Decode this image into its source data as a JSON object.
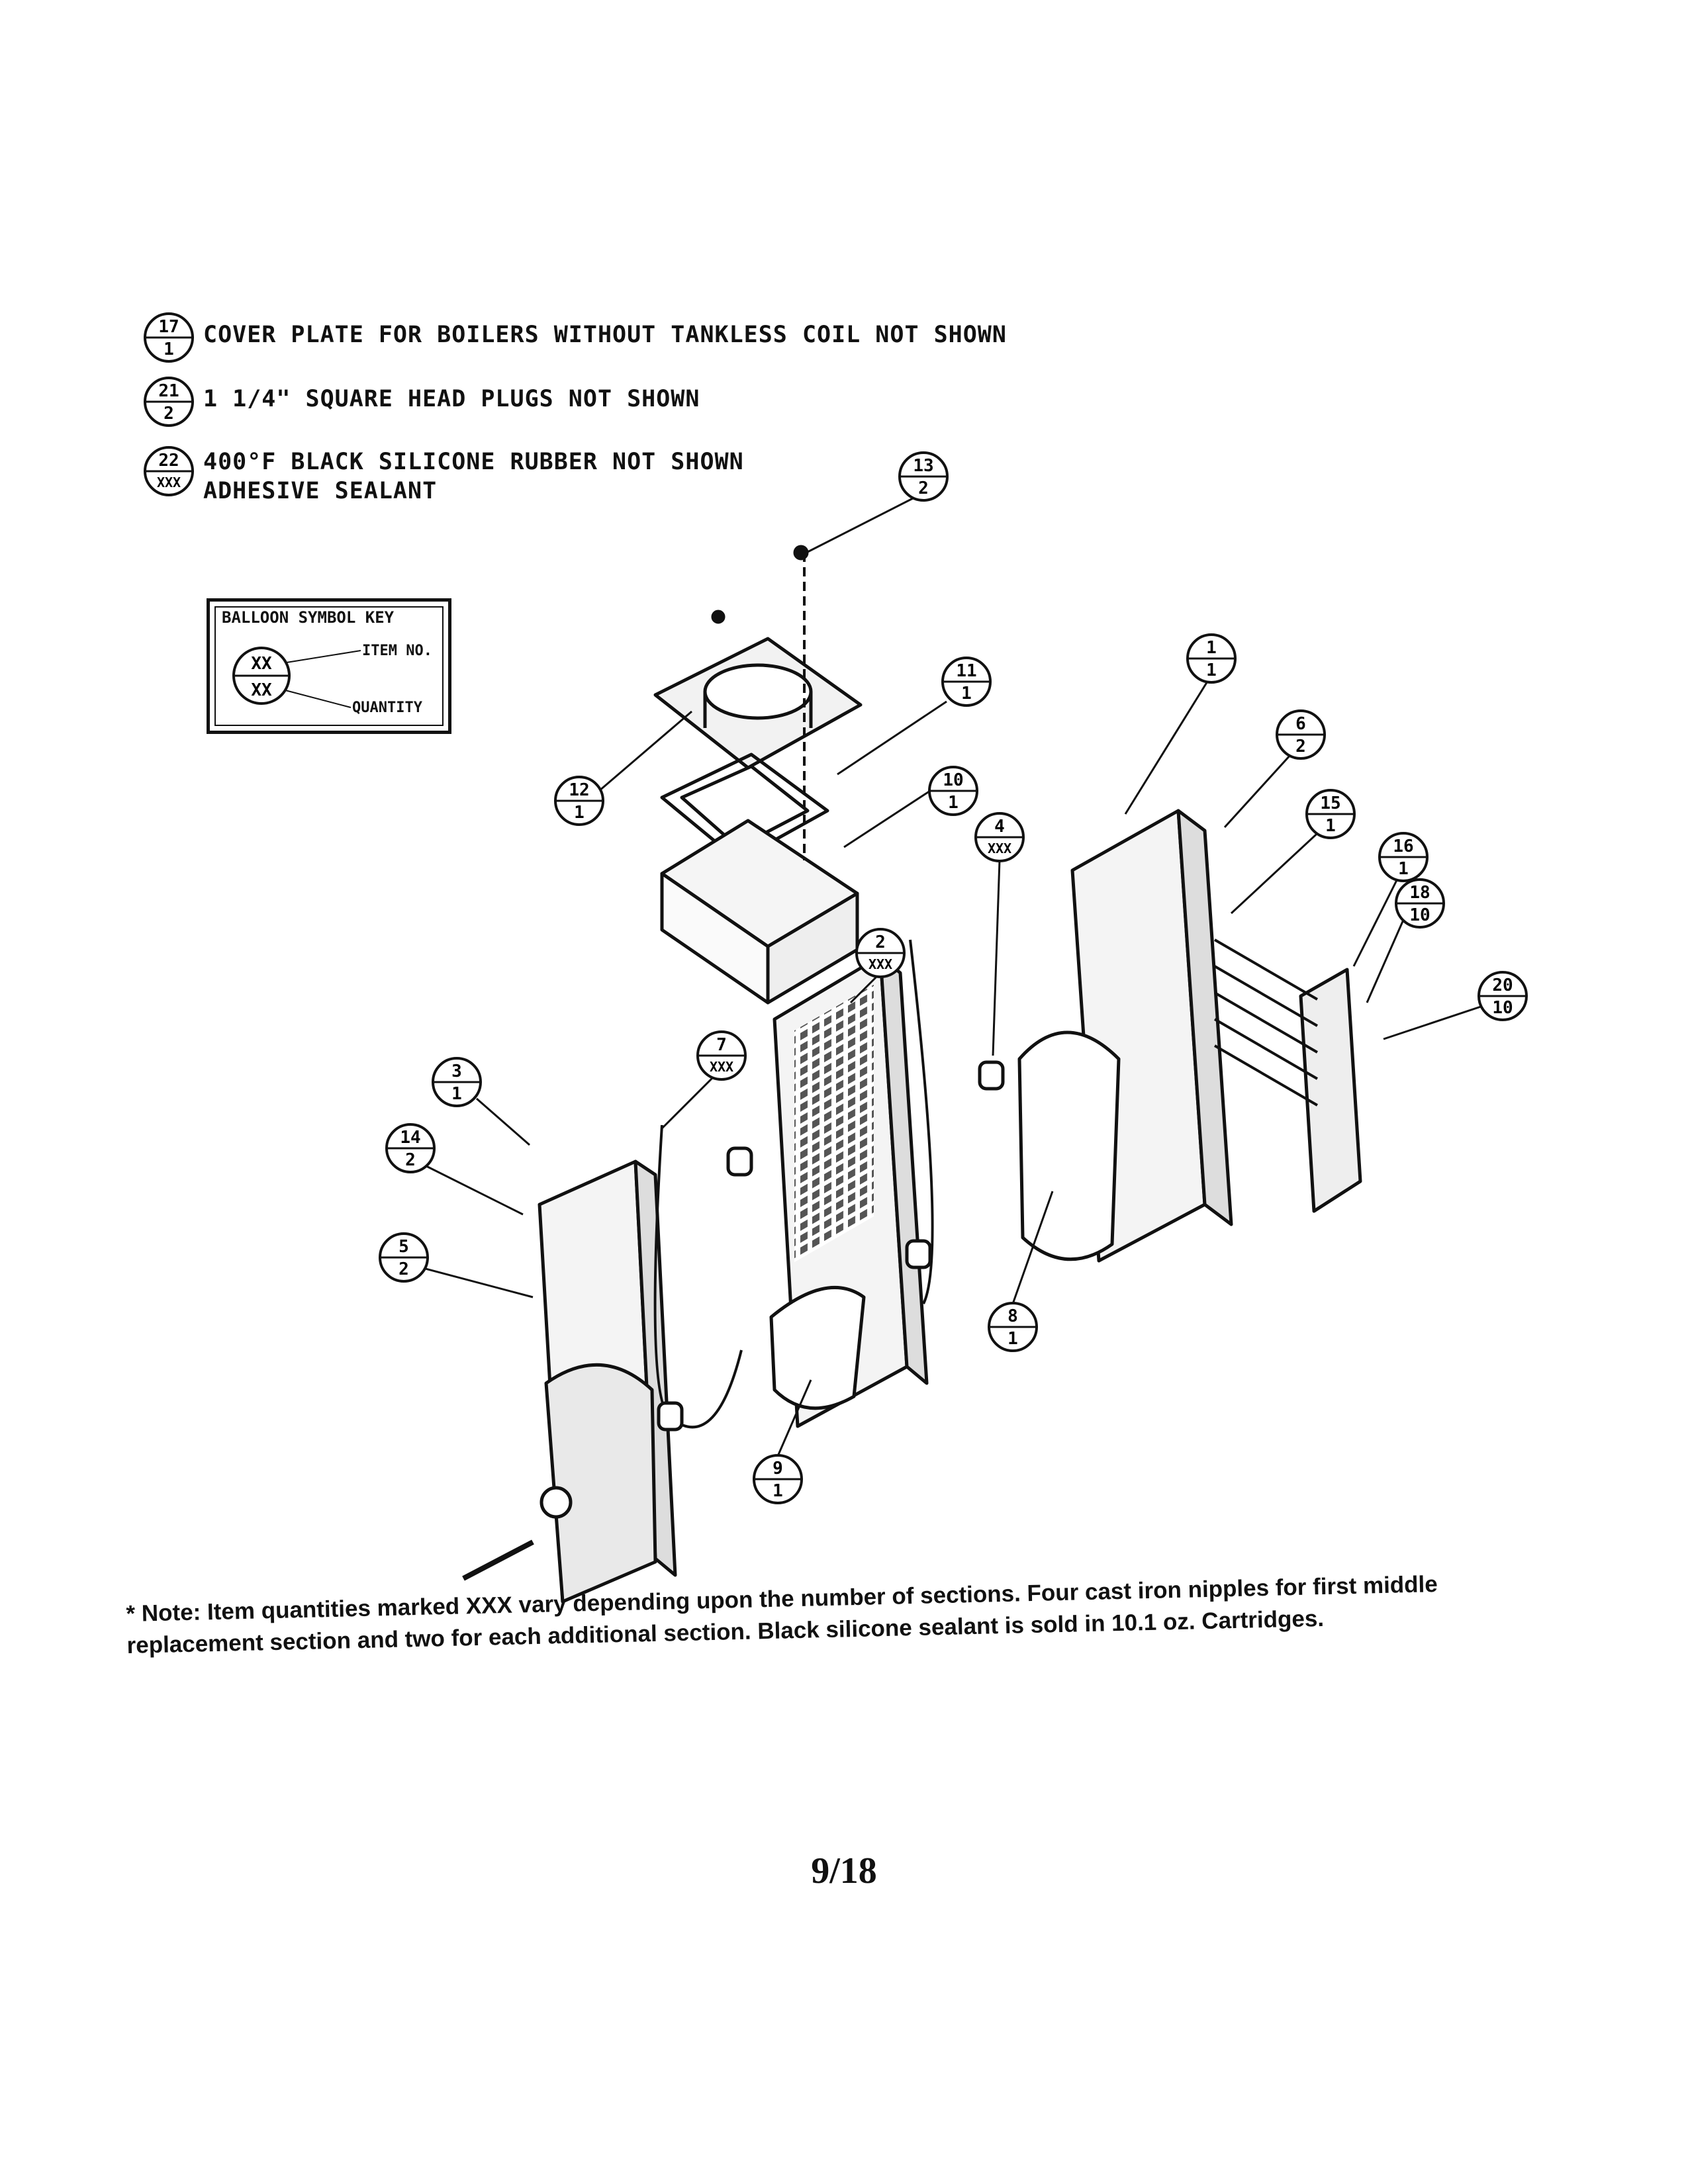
{
  "legend": [
    {
      "item": "17",
      "qty": "1",
      "text": "COVER PLATE FOR BOILERS WITHOUT TANKLESS COIL NOT SHOWN"
    },
    {
      "item": "21",
      "qty": "2",
      "text": "1 1/4\" SQUARE HEAD PLUGS NOT SHOWN"
    },
    {
      "item": "22",
      "qty": "XXX",
      "text": "400°F BLACK SILICONE RUBBER NOT SHOWN\nADHESIVE SEALANT"
    }
  ],
  "balloon_key": {
    "title": "BALLOON SYMBOL KEY",
    "item_label": "ITEM NO.",
    "quantity_label": "QUANTITY",
    "top": "XX",
    "bottom": "XX"
  },
  "balloons": [
    {
      "item": "1",
      "qty": "1"
    },
    {
      "item": "2",
      "qty": "XXX"
    },
    {
      "item": "3",
      "qty": "1"
    },
    {
      "item": "4",
      "qty": "XXX"
    },
    {
      "item": "5",
      "qty": "2"
    },
    {
      "item": "6",
      "qty": "2"
    },
    {
      "item": "7",
      "qty": "XXX"
    },
    {
      "item": "8",
      "qty": "1"
    },
    {
      "item": "9",
      "qty": "1"
    },
    {
      "item": "10",
      "qty": "1"
    },
    {
      "item": "11",
      "qty": "1"
    },
    {
      "item": "12",
      "qty": "1"
    },
    {
      "item": "13",
      "qty": "2"
    },
    {
      "item": "14",
      "qty": "2"
    },
    {
      "item": "15",
      "qty": "1"
    },
    {
      "item": "16",
      "qty": "1"
    },
    {
      "item": "18",
      "qty": "10"
    },
    {
      "item": "20",
      "qty": "10"
    }
  ],
  "note": {
    "marker": "*",
    "text": "Note: Item quantities marked XXX vary depending upon the number of sections. Four cast iron nipples for first middle replacement section and two for each additional section. Black silicone sealant is sold in 10.1 oz. Cartridges."
  },
  "page_number": "9/18"
}
